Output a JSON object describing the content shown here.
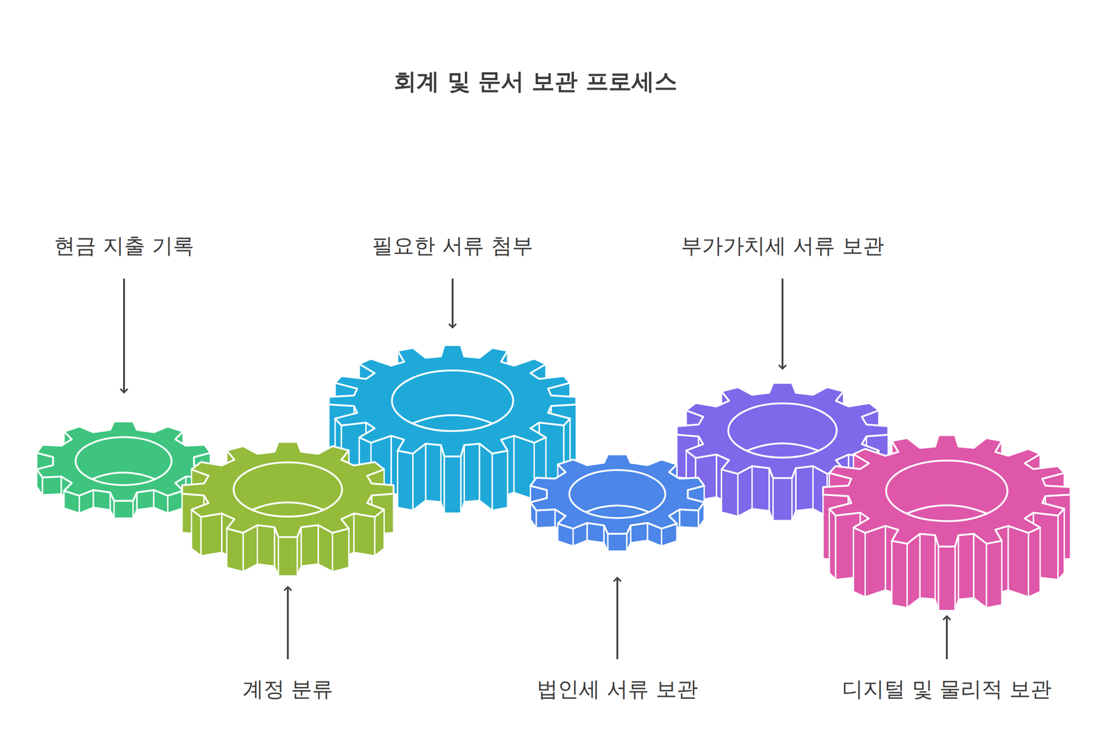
{
  "diagram": {
    "title": "회계 및 문서 보관 프로세스",
    "labels": [
      "현금 지출 기록",
      "필요한 서류 첨부",
      "부가가치세 서류 보관",
      "계정 분류",
      "법인세 서류 보관",
      "디지털 및 물리적 보관"
    ]
  }
}
